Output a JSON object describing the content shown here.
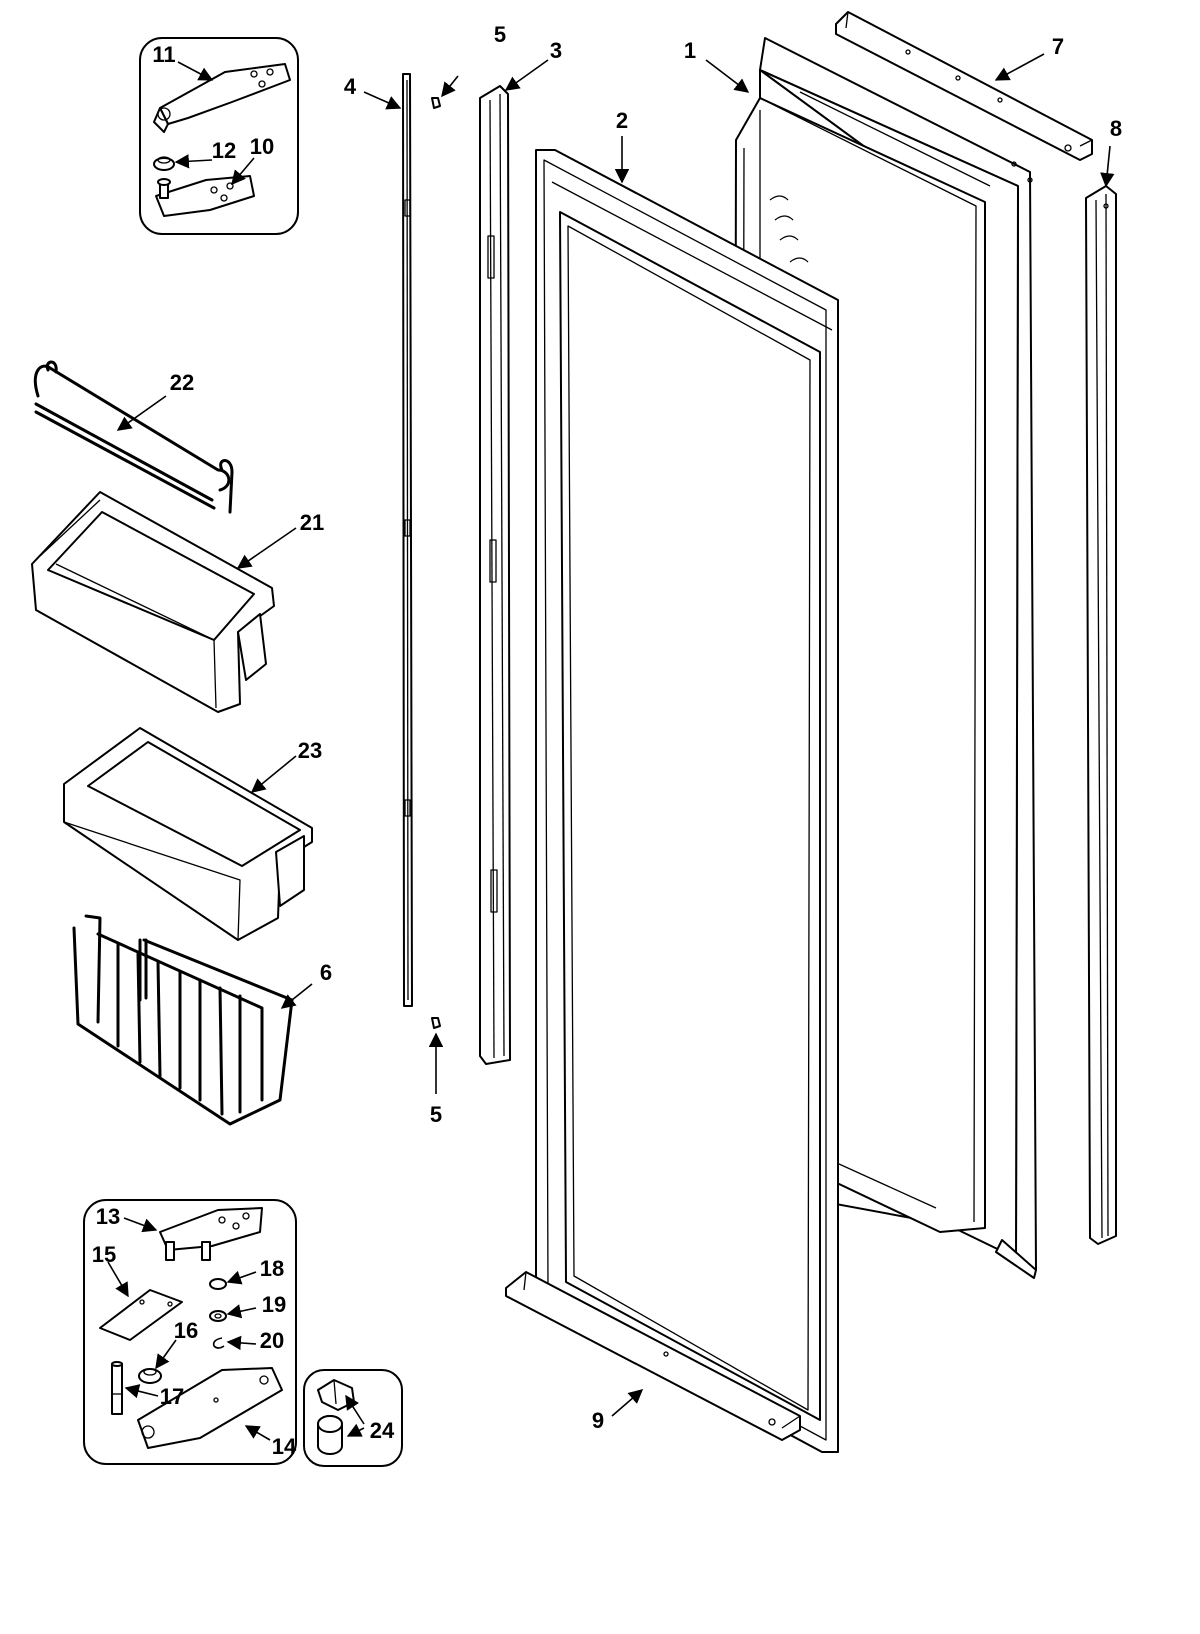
{
  "callouts": {
    "c1": "1",
    "c2": "2",
    "c3": "3",
    "c4": "4",
    "c5a": "5",
    "c5b": "5",
    "c6": "6",
    "c7": "7",
    "c8": "8",
    "c9": "9",
    "c10": "10",
    "c11": "11",
    "c12": "12",
    "c13": "13",
    "c14": "14",
    "c15": "15",
    "c16": "16",
    "c17": "17",
    "c18": "18",
    "c19": "19",
    "c20": "20",
    "c21": "21",
    "c22": "22",
    "c23": "23",
    "c24": "24"
  }
}
